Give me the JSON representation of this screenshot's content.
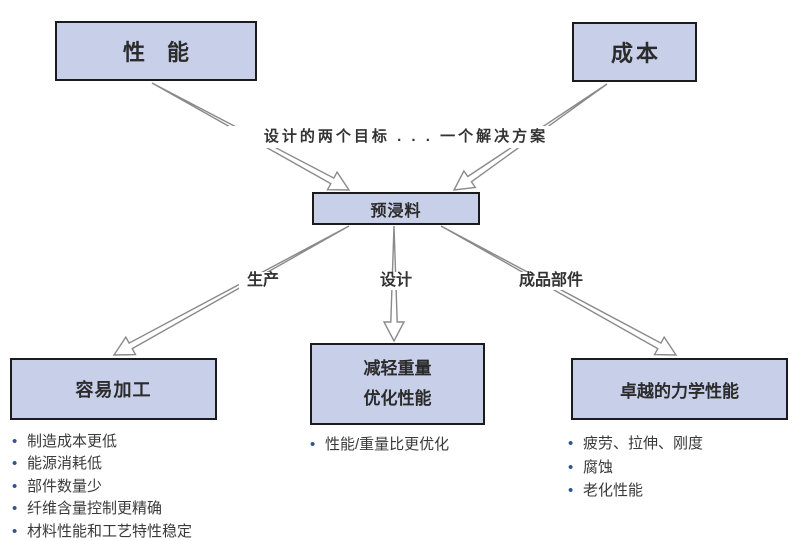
{
  "diagram": {
    "top_boxes": [
      {
        "label": "性 能"
      },
      {
        "label": "成本"
      }
    ],
    "goal_text": "设计的两个目标 . . . 一个解决方案",
    "center_box_label": "预浸料",
    "branch_labels": [
      {
        "label": "生产"
      },
      {
        "label": "设计"
      },
      {
        "label": "成品部件"
      }
    ],
    "bottom_sections": [
      {
        "box_label": "容易加工",
        "bullets": [
          "制造成本更低",
          "能源消耗低",
          "部件数量少",
          "纤维含量控制更精确",
          "材料性能和工艺特性稳定"
        ]
      },
      {
        "box_label_line1": "减轻重量",
        "box_label_line2": "优化性能",
        "bullets": [
          "性能/重量比更优化"
        ]
      },
      {
        "box_label": "卓越的力学性能",
        "bullets": [
          "疲劳、拉伸、刚度",
          "腐蚀",
          "老化性能"
        ]
      }
    ],
    "colors": {
      "box_fill": "#c8cfe9",
      "box_border": "#1b1b1b",
      "arrow_outline": "#8a8a8a",
      "bullet_dot": "#2f5496",
      "text": "#333333"
    }
  }
}
